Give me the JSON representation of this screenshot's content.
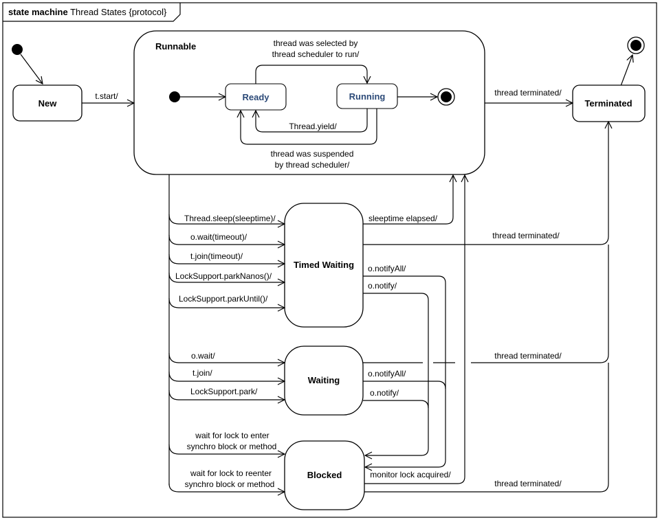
{
  "frame": {
    "keyword": "state machine",
    "name": "Thread States {protocol}"
  },
  "states": {
    "new": "New",
    "runnable": "Runnable",
    "ready": "Ready",
    "running": "Running",
    "terminated": "Terminated",
    "timed_waiting": "Timed Waiting",
    "waiting": "Waiting",
    "blocked": "Blocked"
  },
  "transitions": {
    "start": "t.start/",
    "selected_1": "thread was selected by",
    "selected_2": "thread scheduler to run/",
    "yield": "Thread.yield/",
    "suspended_1": "thread was suspended",
    "suspended_2": "by thread scheduler/",
    "terminated_runnable": "thread terminated/",
    "sleep": "Thread.sleep(sleeptime)/",
    "wait_timeout": "o.wait(timeout)/",
    "join_timeout": "t.join(timeout)/",
    "park_nanos": "LockSupport.parkNanos()/",
    "park_until": "LockSupport.parkUntil()/",
    "sleep_elapsed": "sleeptime elapsed/",
    "terminated_timed": "thread terminated/",
    "notify_all_timed": "o.notifyAll/",
    "notify_timed": "o.notify/",
    "wait": "o.wait/",
    "join": "t.join/",
    "park": "LockSupport.park/",
    "notify_all_waiting": "o.notifyAll/",
    "notify_waiting": "o.notify/",
    "terminated_waiting": "thread terminated/",
    "lock_enter_1": "wait for lock to enter",
    "lock_enter_2": "synchro block or method",
    "lock_reenter_1": "wait for lock to reenter",
    "lock_reenter_2": "synchro block or method",
    "monitor_acquired": "monitor lock acquired/",
    "terminated_blocked": "thread terminated/"
  }
}
